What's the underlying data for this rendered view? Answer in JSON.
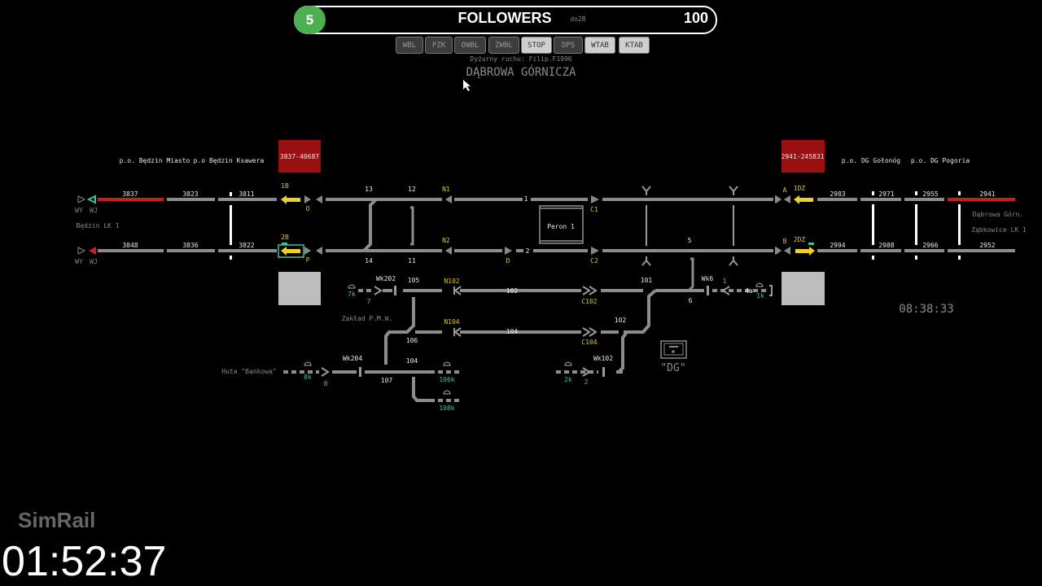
{
  "overlay": {
    "followers_count": "5",
    "followers_title": "FOLLOWERS",
    "followers_goal": "100",
    "timer": "01:52:37",
    "logo": "SimRail"
  },
  "toolbar": {
    "route_hint": "do2B",
    "buttons": [
      "WBL",
      "PZK",
      "OWBL",
      "ZWBL",
      "STOP",
      "DPS",
      "WTAB",
      "KTAB"
    ]
  },
  "header": {
    "dispatcher": "Dyżurny ruchu: Filip.F1996",
    "station": "DĄBROWA GÓRNICZA"
  },
  "clock": "08:38:33",
  "left": {
    "stations": [
      "p.o. Będzin Miasto",
      "p.o Będzin Ksawera"
    ],
    "line_label": "Będzin LK 1",
    "train_box": "3837-40687",
    "wy": "WY",
    "wj": "WJ",
    "top_blocks": [
      "3837",
      "3823",
      "3811"
    ],
    "bottom_blocks": [
      "3848",
      "3836",
      "3822"
    ],
    "signals": {
      "top_name": "1B",
      "top_letter": "O",
      "bottom_name": "2B",
      "bottom_letter": "P"
    }
  },
  "right": {
    "stations": [
      "p.o. DG Gołonóg",
      "p.o. DG Pogoria"
    ],
    "line_label_1": "Dąbrowa Górn.",
    "line_label_2": "Ząbkowice LK 1",
    "train_box": "2941-245831",
    "top_blocks": [
      "2983",
      "2971",
      "2955",
      "2941"
    ],
    "bottom_blocks": [
      "2994",
      "2988",
      "2966",
      "2952"
    ],
    "signals": {
      "top_letter": "A",
      "top_name": "1DZ",
      "bottom_letter": "B",
      "bottom_name": "2DZ"
    }
  },
  "station": {
    "switches": [
      "13",
      "12",
      "14",
      "11",
      "5",
      "105",
      "106",
      "104",
      "107",
      "101",
      "102",
      "6"
    ],
    "tracks": [
      "1",
      "2",
      "102",
      "104"
    ],
    "signals": [
      "N1",
      "N2",
      "D",
      "C1",
      "C2",
      "N102",
      "N104",
      "C102",
      "C104"
    ],
    "shunting": [
      "Wk202",
      "Wk204",
      "Wk6",
      "Wk102",
      "7",
      "8",
      "1",
      "2",
      "4a"
    ],
    "shunt_marks": [
      "7k",
      "8k",
      "106k",
      "108k",
      "2k",
      "1k"
    ],
    "platform": "Peron 1",
    "siding_1": "Zakład P.M.W.",
    "siding_2": "Huta \"Bankowa\"",
    "dg_label": "\"DG\""
  },
  "colors": {
    "occupied": "#c81e1e",
    "signal_label": "#e0c040",
    "shunt": "#3ec49a",
    "track": "#8c8c8c"
  }
}
